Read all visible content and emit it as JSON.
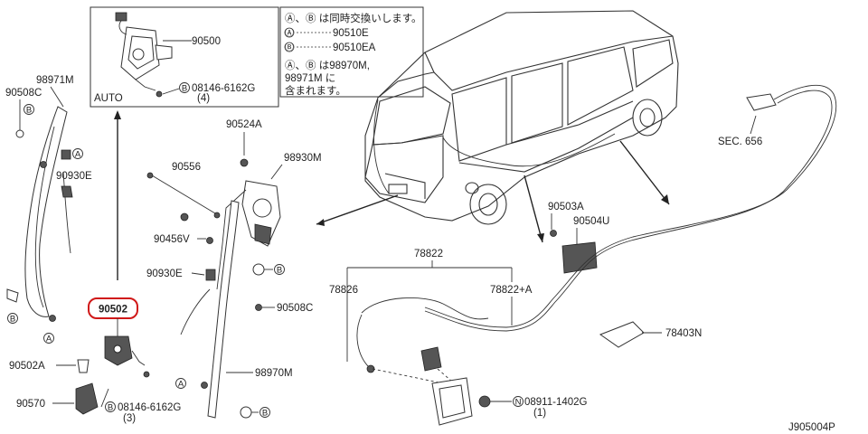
{
  "diagram": {
    "code": "J905004P",
    "inset_label": "AUTO",
    "legend": {
      "line1": "Ⓐ、Ⓑ は同時交換いします。",
      "line2_sym": "Ⓐ",
      "line2_part": "90510E",
      "line3_sym": "Ⓑ",
      "line3_part": "90510EA",
      "line4": "Ⓐ、Ⓑ は98970M,",
      "line5": "98971M に",
      "line6": "含まれます。"
    },
    "parts": {
      "p90500": "90500",
      "p08146_top": "08146-6162G",
      "p08146_top_qty": "(4)",
      "p98971M": "98971M",
      "p90508C_left": "90508C",
      "p90930E_left": "90930E",
      "p90502": "90502",
      "p90502A": "90502A",
      "p90570": "90570",
      "p08146_bottom": "08146-6162G",
      "p08146_bottom_qty": "(3)",
      "p90524A": "90524A",
      "p90556": "90556",
      "p98930M": "98930M",
      "p90456V": "90456V",
      "p90930E_mid": "90930E",
      "p90508C_mid": "90508C",
      "p98970M": "98970M",
      "p90503A": "90503A",
      "p90504U": "90504U",
      "sec656": "SEC. 656",
      "p78822": "78822",
      "p78826": "78826",
      "p78822A": "78822+A",
      "p78403N": "78403N",
      "p08911": "08911-1402G",
      "p08911_qty": "(1)"
    },
    "symbols": {
      "A": "A",
      "B": "B",
      "N": "N"
    }
  }
}
